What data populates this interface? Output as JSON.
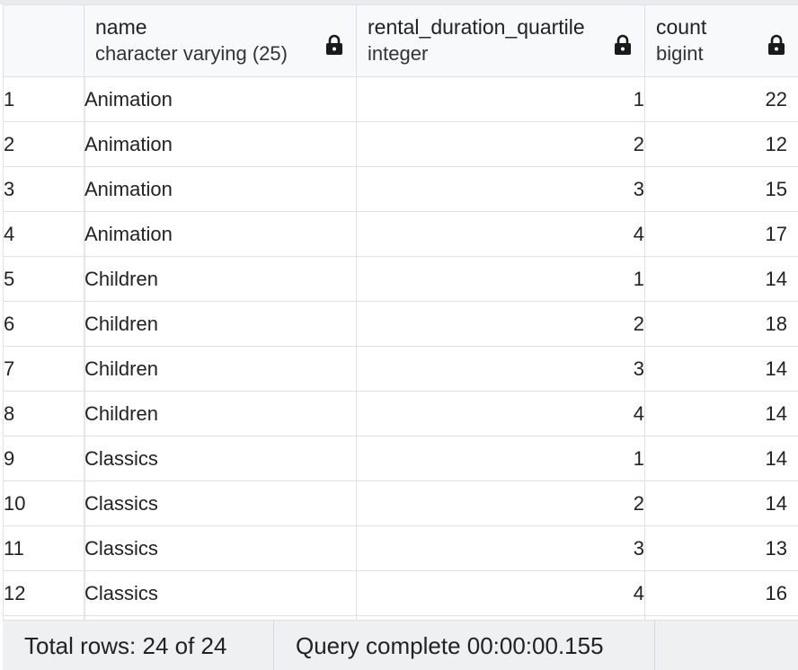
{
  "columns": [
    {
      "name": "name",
      "type": "character varying (25)"
    },
    {
      "name": "rental_duration_quartile",
      "type": "integer"
    },
    {
      "name": "count",
      "type": "bigint"
    }
  ],
  "rows": [
    {
      "n": "1",
      "name": "Animation",
      "quartile": "1",
      "count": "22"
    },
    {
      "n": "2",
      "name": "Animation",
      "quartile": "2",
      "count": "12"
    },
    {
      "n": "3",
      "name": "Animation",
      "quartile": "3",
      "count": "15"
    },
    {
      "n": "4",
      "name": "Animation",
      "quartile": "4",
      "count": "17"
    },
    {
      "n": "5",
      "name": "Children",
      "quartile": "1",
      "count": "14"
    },
    {
      "n": "6",
      "name": "Children",
      "quartile": "2",
      "count": "18"
    },
    {
      "n": "7",
      "name": "Children",
      "quartile": "3",
      "count": "14"
    },
    {
      "n": "8",
      "name": "Children",
      "quartile": "4",
      "count": "14"
    },
    {
      "n": "9",
      "name": "Classics",
      "quartile": "1",
      "count": "14"
    },
    {
      "n": "10",
      "name": "Classics",
      "quartile": "2",
      "count": "14"
    },
    {
      "n": "11",
      "name": "Classics",
      "quartile": "3",
      "count": "13"
    },
    {
      "n": "12",
      "name": "Classics",
      "quartile": "4",
      "count": "16"
    }
  ],
  "footer": {
    "rows_text": "Total rows: 24 of 24",
    "status_text": "Query complete 00:00:00.155"
  },
  "icons": {
    "column_lock": "lock-icon"
  }
}
